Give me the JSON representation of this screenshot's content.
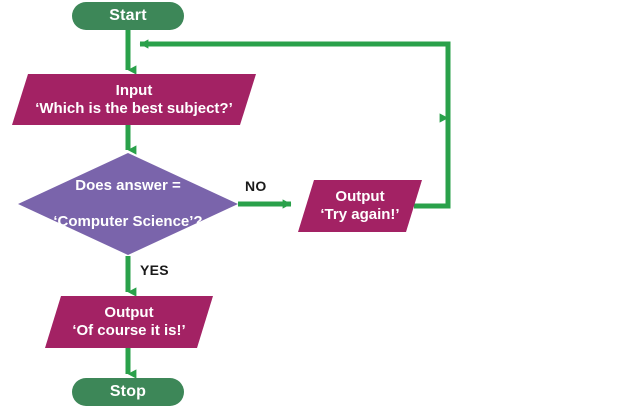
{
  "diagram": {
    "title": "Flowchart: best subject question loop",
    "type": "flowchart",
    "colors": {
      "terminal_fill": "#3d8758",
      "process_fill": "#a32264",
      "decision_fill": "#7a64ab",
      "connector": "#2aa14a",
      "label_text": "#1a1a1a",
      "node_text": "#ffffff",
      "background": "#ffffff"
    }
  },
  "nodes": {
    "start": {
      "label": "Start",
      "shape": "terminal"
    },
    "input": {
      "line1": "Input",
      "line2": "‘Which is the best subject?’",
      "shape": "parallelogram"
    },
    "decision": {
      "line1": "Does answer =",
      "line2": "‘Computer Science’?",
      "shape": "diamond"
    },
    "output_retry": {
      "line1": "Output",
      "line2": "‘Try again!’",
      "shape": "parallelogram"
    },
    "output_success": {
      "line1": "Output",
      "line2": "‘Of course it is!’",
      "shape": "parallelogram"
    },
    "stop": {
      "label": "Stop",
      "shape": "terminal"
    }
  },
  "branch_labels": {
    "no": "NO",
    "yes": "YES"
  }
}
